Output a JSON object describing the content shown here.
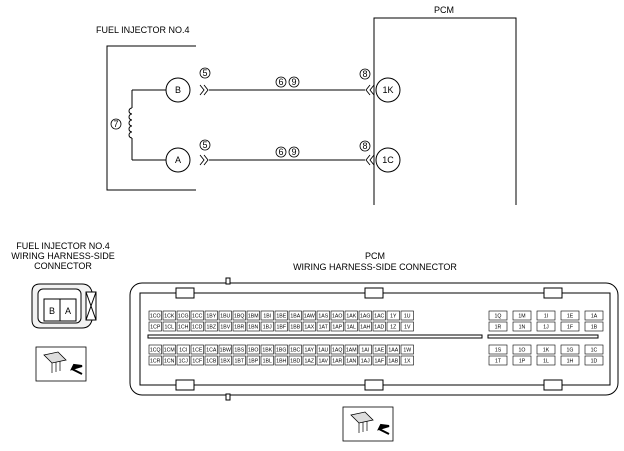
{
  "labels": {
    "pcm_title": "PCM",
    "injector_title": "FUEL INJECTOR NO.4",
    "injector_conn_title": [
      "FUEL INJECTOR NO.4",
      "WIRING HARNESS-SIDE",
      "CONNECTOR"
    ],
    "pcm_conn_title": [
      "PCM",
      "WIRING HARNESS-SIDE CONNECTOR"
    ]
  },
  "schematic": {
    "injector_terminals": [
      "B",
      "A"
    ],
    "pcm_terminals": [
      "1K",
      "1C"
    ],
    "coil_ref": "7",
    "wire_refs": {
      "top": {
        "inj_side": "5",
        "mid": [
          "6",
          "9"
        ],
        "pcm_side": "8"
      },
      "bottom": {
        "inj_side": "5",
        "mid": [
          "6",
          "9"
        ],
        "pcm_side": "8"
      }
    }
  },
  "injector_connector": {
    "pins": [
      "B",
      "A"
    ]
  },
  "pcm_connector": {
    "rows": [
      [
        "1CO",
        "1CK",
        "1CG",
        "1CC",
        "1BY",
        "1BU",
        "1BQ",
        "1BM",
        "1BI",
        "1BE",
        "1BA",
        "1AW",
        "1AS",
        "1AO",
        "1AK",
        "1AG",
        "1AC",
        "1Y",
        "1U",
        "1Q",
        "1M",
        "1I",
        "1E",
        "1A"
      ],
      [
        "1CP",
        "1CL",
        "1CH",
        "1CD",
        "1BZ",
        "1BV",
        "1BR",
        "1BN",
        "1BJ",
        "1BF",
        "1BB",
        "1AX",
        "1AT",
        "1AP",
        "1AL",
        "1AH",
        "1AD",
        "1Z",
        "1V",
        "1R",
        "1N",
        "1J",
        "1F",
        "1B"
      ],
      [
        "1CQ",
        "1CM",
        "1CI",
        "1CE",
        "1CA",
        "1BW",
        "1BS",
        "1BO",
        "1BK",
        "1BG",
        "1BC",
        "1AY",
        "1AU",
        "1AQ",
        "1AM",
        "1AI",
        "1AE",
        "1AA",
        "1W",
        "1S",
        "1O",
        "1K",
        "1G",
        "1C"
      ],
      [
        "1CR",
        "1CN",
        "1CJ",
        "1CF",
        "1CB",
        "1BX",
        "1BT",
        "1BP",
        "1BL",
        "1BH",
        "1BD",
        "1AZ",
        "1AV",
        "1AR",
        "1AN",
        "1AJ",
        "1AF",
        "1AB",
        "1X",
        "1T",
        "1P",
        "1L",
        "1H",
        "1D"
      ]
    ]
  }
}
